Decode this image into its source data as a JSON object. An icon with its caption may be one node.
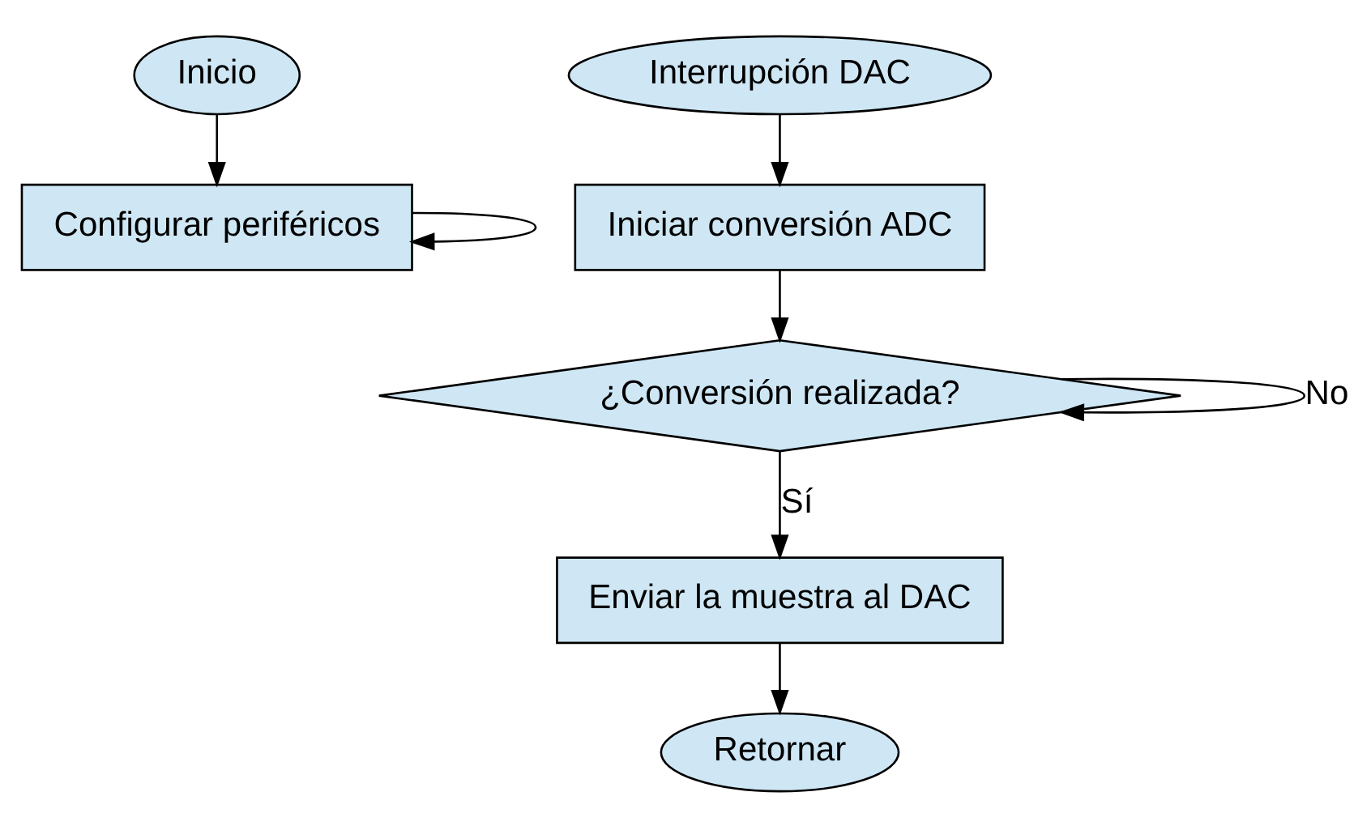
{
  "diagram": {
    "nodes": [
      {
        "text": [
          "Inicio"
        ]
      },
      {
        "text": [
          "Configurar periféricos"
        ]
      },
      {
        "text": [
          "Interrupción DAC"
        ]
      },
      {
        "text": [
          "Iniciar conversión ADC"
        ]
      },
      {
        "text": [
          "¿Conversión realizada?"
        ]
      },
      {
        "text": [
          "Enviar la muestra al DAC"
        ]
      },
      {
        "text": [
          "Retornar"
        ]
      }
    ],
    "edges": [
      {
        "from": 0,
        "to": 1,
        "arrow": "to"
      },
      {
        "from": 1,
        "to": 1,
        "arrow": "to"
      },
      {
        "from": 2,
        "to": 3,
        "arrow": "to"
      },
      {
        "from": 3,
        "to": 4,
        "arrow": "to"
      },
      {
        "from": 4,
        "to": 5,
        "arrow": "to",
        "label": "Sí"
      },
      {
        "from": 4,
        "to": 4,
        "arrow": "to",
        "label": "No"
      },
      {
        "from": 5,
        "to": 6,
        "arrow": "to"
      }
    ]
  }
}
